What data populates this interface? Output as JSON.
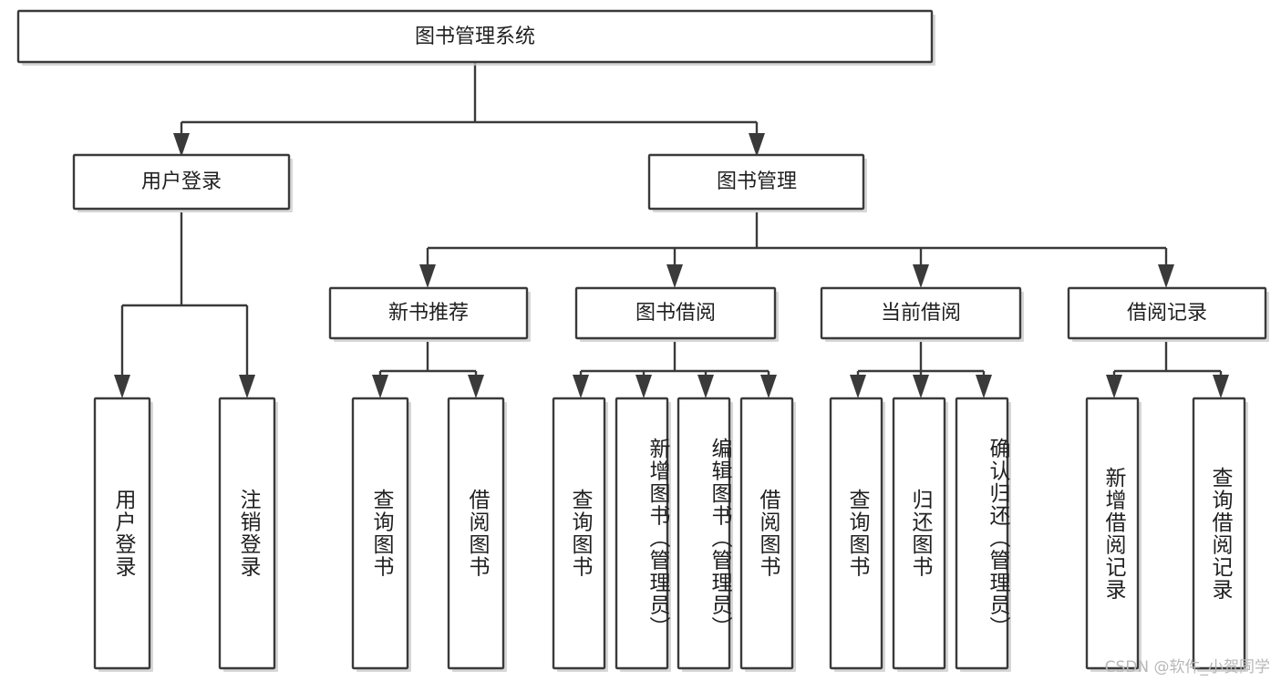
{
  "diagram": {
    "title": "图书管理系统",
    "type": "hierarchy-tree",
    "watermark": "CSDN @软件_小贺同学",
    "colors": {
      "box_stroke": "#3a3a3a",
      "box_fill": "#ffffff",
      "text": "#1f1f1f",
      "background": "#ffffff",
      "watermark": "#b8b8b8"
    },
    "root": {
      "label": "图书管理系统",
      "level": 0
    },
    "level1": [
      {
        "label": "用户登录"
      },
      {
        "label": "图书管理"
      }
    ],
    "level2": [
      {
        "label": "新书推荐"
      },
      {
        "label": "图书借阅"
      },
      {
        "label": "当前借阅"
      },
      {
        "label": "借阅记录"
      }
    ],
    "leaves": {
      "user_login": [
        {
          "label": "用户登录"
        },
        {
          "label": "注销登录"
        }
      ],
      "new_book_recommend": [
        {
          "label": "查询图书"
        },
        {
          "label": "借阅图书"
        }
      ],
      "book_borrow": [
        {
          "label": "查询图书"
        },
        {
          "label": "新增图书（管理员）"
        },
        {
          "label": "编辑图书（管理员）"
        },
        {
          "label": "借阅图书"
        }
      ],
      "current_borrow": [
        {
          "label": "查询图书"
        },
        {
          "label": "归还图书"
        },
        {
          "label": "确认归还（管理员）"
        }
      ],
      "borrow_record": [
        {
          "label": "新增借阅记录"
        },
        {
          "label": "查询借阅记录"
        }
      ]
    }
  }
}
